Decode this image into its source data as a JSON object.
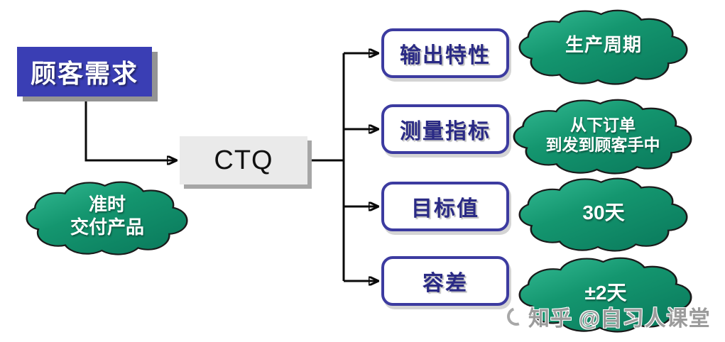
{
  "colors": {
    "background": "#ffffff",
    "requirement_box_bg": "#3a3eb4",
    "requirement_box_text": "#ffffff",
    "ctq_box_bg": "#eaeaea",
    "ctq_text": "#111111",
    "characteristic_border": "#3c3ba0",
    "characteristic_text": "#2a2a85",
    "cloud_gradient_light": "#36bd96",
    "cloud_gradient_dark": "#0a7a5c",
    "cloud_outline": "#1a1a1a",
    "cloud_text": "#ffffff",
    "connector_line": "#0a0a0a",
    "watermark_text_color": "#9b9b9b"
  },
  "customer_requirement": {
    "label": "顾客需求"
  },
  "requirement_cloud": {
    "line1": "准时",
    "line2": "交付产品"
  },
  "ctq": {
    "label": "CTQ"
  },
  "rows": [
    {
      "box": "输出特性",
      "cloud_line1": "生产周期",
      "cloud_line2": ""
    },
    {
      "box": "测量指标",
      "cloud_line1": "从下订单",
      "cloud_line2": "到发到顾客手中"
    },
    {
      "box": "目标值",
      "cloud_line1": "30天",
      "cloud_line2": ""
    },
    {
      "box": "容差",
      "cloud_line1": "±2天",
      "cloud_line2": ""
    }
  ],
  "watermark": {
    "text": "知乎 @自习人课堂"
  }
}
